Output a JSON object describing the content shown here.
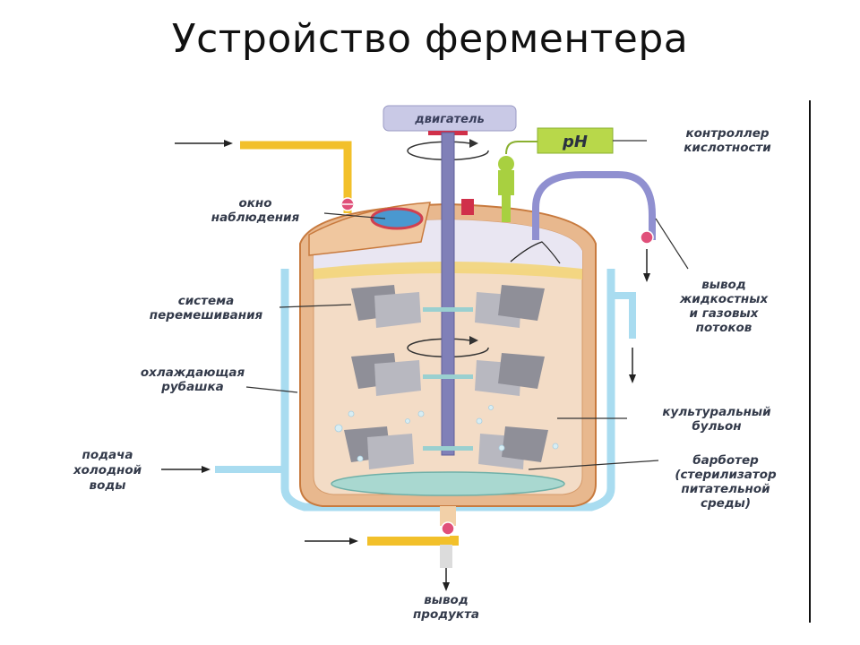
{
  "title": "Устройство ферментера",
  "labels": {
    "motor": "двигатель",
    "ph": "pH",
    "ph_controller_1": "контроллер",
    "ph_controller_2": "кислотности",
    "window_1": "окно",
    "window_2": "наблюдения",
    "mixing_1": "система",
    "mixing_2": "перемешивания",
    "jacket_1": "охлаждающая",
    "jacket_2": "рубашка",
    "water_1": "подача",
    "water_2": "холодной",
    "water_3": "воды",
    "outlet_1": "вывод",
    "outlet_2": "жидкостных",
    "outlet_3": "и газовых",
    "outlet_4": "потоков",
    "broth_1": "культуральный",
    "broth_2": "бульон",
    "sparger_1": "барботер",
    "sparger_2": "(стерилизатор",
    "sparger_3": "питательной",
    "sparger_4": "среды)",
    "product_1": "вывод",
    "product_2": "продукта"
  },
  "colors": {
    "shell": "#e8b88e",
    "shell_stroke": "#c87a3e",
    "broth": "#f3dcc6",
    "jacket": "#a9dcf0",
    "feed_pipe": "#f2c02a",
    "shaft": "#8080b8",
    "paddle": "#8f8f98",
    "impeller_disc": "#9ad0d0",
    "ph_probe": "#a8d040",
    "valve": "#e0507a",
    "outlet_pipe": "#9090d0"
  }
}
